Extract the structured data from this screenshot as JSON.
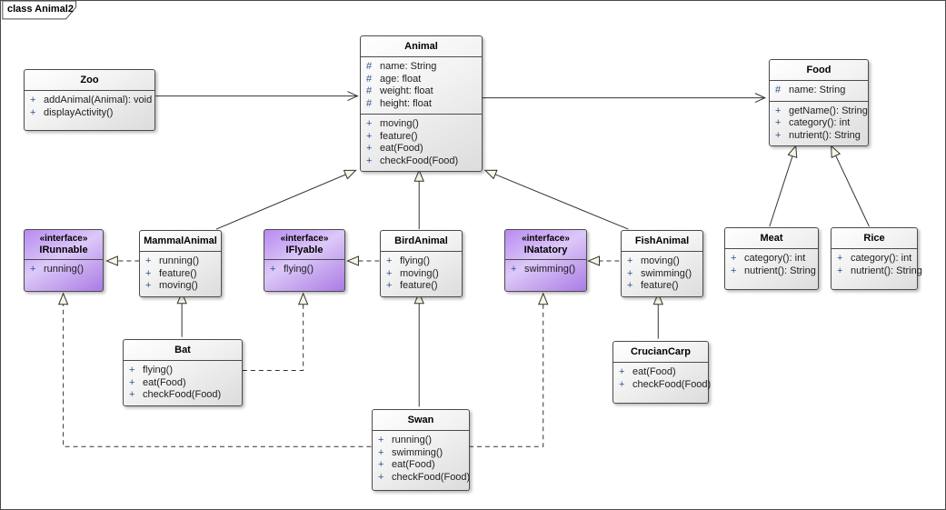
{
  "frame": {
    "label": "class Animal2"
  },
  "colors": {
    "canvas_bg": "#ffffff",
    "class_fill_light": "#ffffff",
    "class_fill_dark": "#dcdcdc",
    "interface_fill_light": "#dcc8f8",
    "interface_fill_dark": "#aa7be4",
    "box_border": "#4c4c4c",
    "edge_stroke": "#333333",
    "arrowhead_fill": "#faf4e4",
    "visibility_symbol": "#31538f"
  },
  "classes": {
    "zoo": {
      "name": "Zoo",
      "methods": [
        {
          "vis": "+",
          "text": "addAnimal(Animal): void"
        },
        {
          "vis": "+",
          "text": "displayActivity()"
        }
      ]
    },
    "animal": {
      "name": "Animal",
      "attrs": [
        {
          "vis": "#",
          "text": "name: String"
        },
        {
          "vis": "#",
          "text": "age: float"
        },
        {
          "vis": "#",
          "text": "weight: float"
        },
        {
          "vis": "#",
          "text": "height: float"
        }
      ],
      "methods": [
        {
          "vis": "+",
          "text": "moving()"
        },
        {
          "vis": "+",
          "text": "feature()"
        },
        {
          "vis": "+",
          "text": "eat(Food)"
        },
        {
          "vis": "+",
          "text": "checkFood(Food)"
        }
      ]
    },
    "food": {
      "name": "Food",
      "attrs": [
        {
          "vis": "#",
          "text": "name: String"
        }
      ],
      "methods": [
        {
          "vis": "+",
          "text": "getName(): String"
        },
        {
          "vis": "+",
          "text": "category(): int"
        },
        {
          "vis": "+",
          "text": "nutrient(): String"
        }
      ]
    },
    "irunnable": {
      "stereotype": "«interface»",
      "name": "IRunnable",
      "methods": [
        {
          "vis": "+",
          "text": "running()"
        }
      ]
    },
    "mammal": {
      "name": "MammalAnimal",
      "methods": [
        {
          "vis": "+",
          "text": "running()"
        },
        {
          "vis": "+",
          "text": "feature()"
        },
        {
          "vis": "+",
          "text": "moving()"
        }
      ]
    },
    "iflyable": {
      "stereotype": "«interface»",
      "name": "IFlyable",
      "methods": [
        {
          "vis": "+",
          "text": "flying()"
        }
      ]
    },
    "bird": {
      "name": "BirdAnimal",
      "methods": [
        {
          "vis": "+",
          "text": "flying()"
        },
        {
          "vis": "+",
          "text": "moving()"
        },
        {
          "vis": "+",
          "text": "feature()"
        }
      ]
    },
    "inatatory": {
      "stereotype": "«interface»",
      "name": "INatatory",
      "methods": [
        {
          "vis": "+",
          "text": "swimming()"
        }
      ]
    },
    "fish": {
      "name": "FishAnimal",
      "methods": [
        {
          "vis": "+",
          "text": "moving()"
        },
        {
          "vis": "+",
          "text": "swimming()"
        },
        {
          "vis": "+",
          "text": "feature()"
        }
      ]
    },
    "meat": {
      "name": "Meat",
      "methods": [
        {
          "vis": "+",
          "text": "category(): int"
        },
        {
          "vis": "+",
          "text": "nutrient(): String"
        }
      ]
    },
    "rice": {
      "name": "Rice",
      "methods": [
        {
          "vis": "+",
          "text": "category(): int"
        },
        {
          "vis": "+",
          "text": "nutrient(): String"
        }
      ]
    },
    "bat": {
      "name": "Bat",
      "methods": [
        {
          "vis": "+",
          "text": "flying()"
        },
        {
          "vis": "+",
          "text": "eat(Food)"
        },
        {
          "vis": "+",
          "text": "checkFood(Food)"
        }
      ]
    },
    "crucian": {
      "name": "CrucianCarp",
      "methods": [
        {
          "vis": "+",
          "text": "eat(Food)"
        },
        {
          "vis": "+",
          "text": "checkFood(Food)"
        }
      ]
    },
    "swan": {
      "name": "Swan",
      "methods": [
        {
          "vis": "+",
          "text": "running()"
        },
        {
          "vis": "+",
          "text": "swimming()"
        },
        {
          "vis": "+",
          "text": "eat(Food)"
        },
        {
          "vis": "+",
          "text": "checkFood(Food)"
        }
      ]
    }
  },
  "relationships": [
    {
      "from": "Zoo",
      "to": "Animal",
      "type": "directed-association"
    },
    {
      "from": "Animal",
      "to": "Food",
      "type": "directed-association"
    },
    {
      "from": "MammalAnimal",
      "to": "Animal",
      "type": "generalization"
    },
    {
      "from": "BirdAnimal",
      "to": "Animal",
      "type": "generalization"
    },
    {
      "from": "FishAnimal",
      "to": "Animal",
      "type": "generalization"
    },
    {
      "from": "Meat",
      "to": "Food",
      "type": "generalization"
    },
    {
      "from": "Rice",
      "to": "Food",
      "type": "generalization"
    },
    {
      "from": "Bat",
      "to": "MammalAnimal",
      "type": "generalization"
    },
    {
      "from": "Swan",
      "to": "BirdAnimal",
      "type": "generalization"
    },
    {
      "from": "CrucianCarp",
      "to": "FishAnimal",
      "type": "generalization"
    },
    {
      "from": "MammalAnimal",
      "to": "IRunnable",
      "type": "realization"
    },
    {
      "from": "BirdAnimal",
      "to": "IFlyable",
      "type": "realization"
    },
    {
      "from": "FishAnimal",
      "to": "INatatory",
      "type": "realization"
    },
    {
      "from": "Bat",
      "to": "IFlyable",
      "type": "realization"
    },
    {
      "from": "Swan",
      "to": "IRunnable",
      "type": "realization"
    },
    {
      "from": "Swan",
      "to": "INatatory",
      "type": "realization"
    }
  ]
}
